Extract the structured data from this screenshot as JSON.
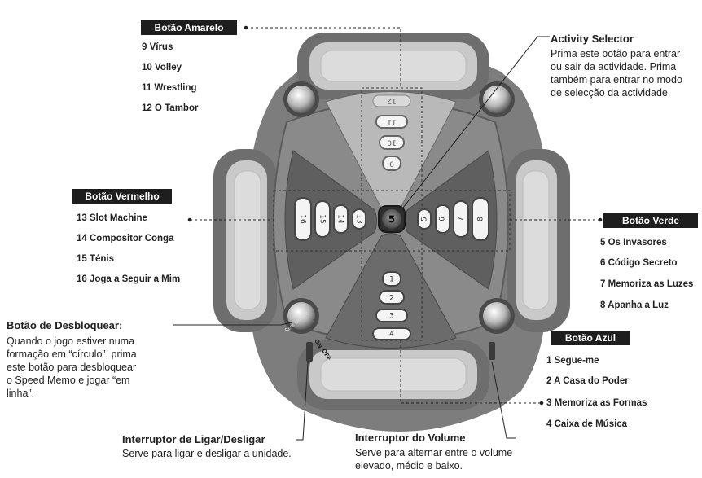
{
  "yellow": {
    "title": "Botão Amarelo",
    "items": [
      "9 Vírus",
      "10 Volley",
      "11 Wrestling",
      "12 O Tambor"
    ]
  },
  "red": {
    "title": "Botão Vermelho",
    "items": [
      "13 Slot Machine",
      "14 Compositor Conga",
      "15 Ténis",
      "16 Joga a Seguir a Mim"
    ]
  },
  "green": {
    "title": "Botão Verde",
    "items": [
      "5 Os Invasores",
      "6 Código Secreto",
      "7 Memoriza as Luzes",
      "8 Apanha a Luz"
    ]
  },
  "blue": {
    "title": "Botão Azul",
    "items": [
      "1 Segue-me",
      "2 A Casa do Poder",
      "3 Memoriza as Formas",
      "4 Caixa de Música"
    ]
  },
  "activity": {
    "title": "Activity Selector",
    "lines": [
      "Prima este botão para entrar",
      "ou sair da actividade. Prima",
      "também para entrar no modo",
      "de selecção da actividade."
    ]
  },
  "unlock": {
    "title": "Botão de Desbloquear:",
    "lines": [
      "Quando o jogo estiver numa",
      "formação em “círculo”, prima",
      "este botão para desbloquear",
      "o Speed Memo e jogar “em",
      "linha”."
    ]
  },
  "power": {
    "title": "Interruptor de Ligar/Desligar",
    "desc": "Serve para ligar e desligar a unidade."
  },
  "volume": {
    "title": "Interruptor do Volume",
    "lines": [
      "Serve para alternar entre o volume",
      "elevado, médio e baixo."
    ]
  },
  "device": {
    "top_numbers": [
      "12",
      "11",
      "10",
      "9"
    ],
    "left_numbers": [
      "16",
      "15",
      "14",
      "13"
    ],
    "right_numbers": [
      "5",
      "6",
      "7",
      "8"
    ],
    "bottom_numbers": [
      "1",
      "2",
      "3",
      "4"
    ],
    "center_symbol": "5",
    "switch_on": "ON",
    "switch_off": "OFF",
    "unlock_label": "Rest Unlock"
  }
}
